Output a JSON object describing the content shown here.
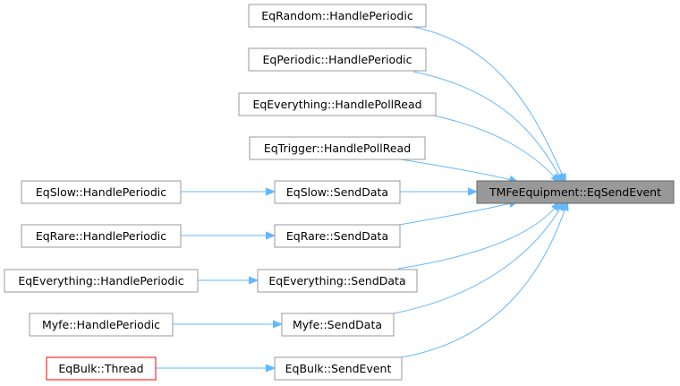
{
  "nodes": {
    "target": "TMFeEquipment::EqSendEvent",
    "eqrandom_handleperiodic": "EqRandom::HandlePeriodic",
    "eqperiodic_handleperiodic": "EqPeriodic::HandlePeriodic",
    "eqeverything_handlepollread": "EqEverything::HandlePollRead",
    "eqtrigger_handlepollread": "EqTrigger::HandlePollRead",
    "eqslow_senddata": "EqSlow::SendData",
    "eqrare_senddata": "EqRare::SendData",
    "eqeverything_senddata": "EqEverything::SendData",
    "myfe_senddata": "Myfe::SendData",
    "eqbulk_sendevent": "EqBulk::SendEvent",
    "eqslow_handleperiodic": "EqSlow::HandlePeriodic",
    "eqrare_handleperiodic": "EqRare::HandlePeriodic",
    "eqeverything_handleperiodic": "EqEverything::HandlePeriodic",
    "myfe_handleperiodic": "Myfe::HandlePeriodic",
    "eqbulk_thread": "EqBulk::Thread"
  },
  "colors": {
    "edge": "#63b8ff",
    "border": "#999999",
    "highlight_fill": "#999999",
    "special_border": "#ff0000"
  }
}
